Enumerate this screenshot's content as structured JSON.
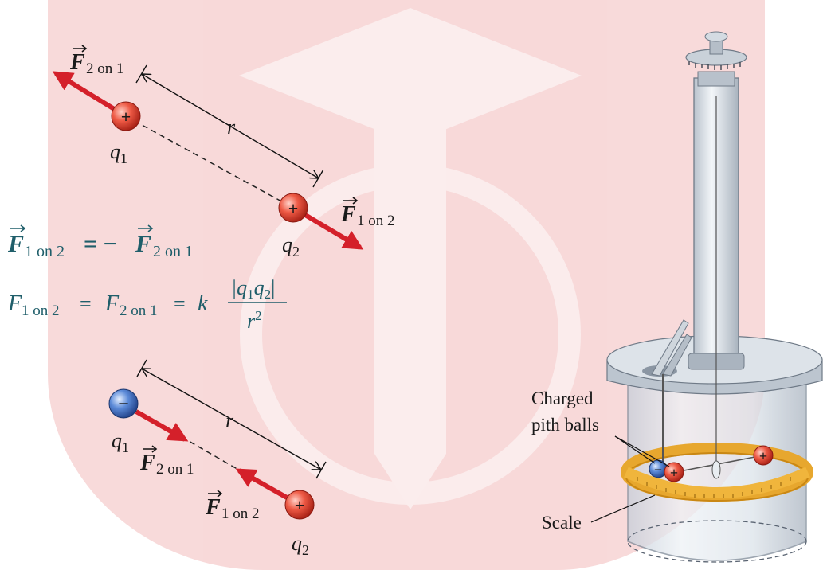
{
  "top_pair": {
    "force_left": {
      "symbol": "F",
      "sub": "2 on 1"
    },
    "force_right": {
      "symbol": "F",
      "sub": "1 on 2"
    },
    "distance": "r",
    "charge1": {
      "name": "q",
      "sub": "1",
      "sign": "+"
    },
    "charge2": {
      "name": "q",
      "sub": "2",
      "sign": "+"
    }
  },
  "equations": {
    "vector": {
      "lhs": "F",
      "lhs_sub": "1 on 2",
      "op": "= −",
      "rhs": "F",
      "rhs_sub": "2 on 1"
    },
    "magnitude": {
      "a": "F",
      "a_sub": "1 on 2",
      "eq1": "=",
      "b": "F",
      "b_sub": "2 on 1",
      "eq2": "=",
      "k": "k",
      "numerator": "|q",
      "num_sub1": "1",
      "num_q2": "q",
      "num_sub2": "2",
      "num_end": "|",
      "denominator": "r",
      "den_sup": "2"
    }
  },
  "bottom_pair": {
    "force_left": {
      "symbol": "F",
      "sub": "2 on 1"
    },
    "force_right": {
      "symbol": "F",
      "sub": "1 on 2"
    },
    "distance": "r",
    "charge1": {
      "name": "q",
      "sub": "1",
      "sign": "−"
    },
    "charge2": {
      "name": "q",
      "sub": "2",
      "sign": "+"
    }
  },
  "apparatus": {
    "label_balls_line1": "Charged",
    "label_balls_line2": "pith balls",
    "label_scale": "Scale",
    "ball_neg": "−",
    "ball_pos1": "+",
    "ball_pos2": "+"
  },
  "colors": {
    "force_arrow": "#d4202a",
    "positive_charge": "#e8453c",
    "negative_charge": "#3b6fc7",
    "equation_text": "#1f5e6a",
    "scale_ring": "#e7a72e",
    "watermark": "#f4c6c6"
  }
}
